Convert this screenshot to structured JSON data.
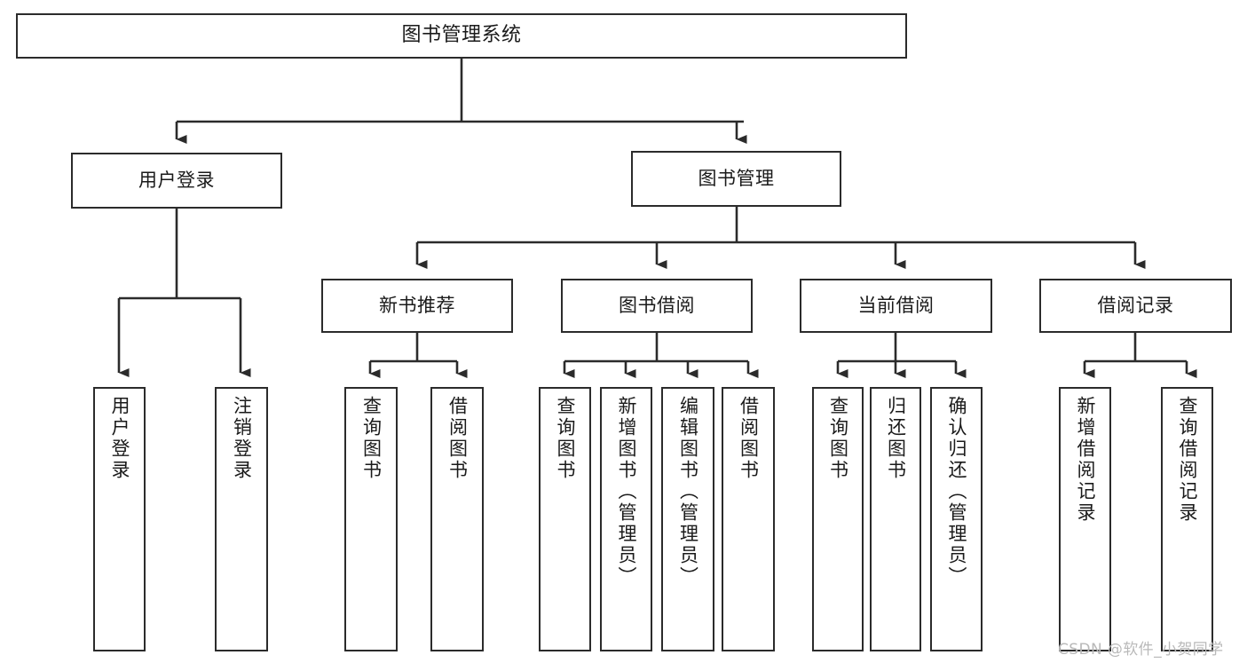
{
  "diagram": {
    "title": "图书管理系统",
    "type": "tree-structure-chart",
    "stroke_color": "#2b2b2b",
    "fill_color": "#ffffff",
    "text_color": "#1a1a1a"
  },
  "root": {
    "label": "图书管理系统"
  },
  "level2": [
    {
      "label": "用户登录"
    },
    {
      "label": "图书管理"
    }
  ],
  "level3": [
    {
      "label": "新书推荐"
    },
    {
      "label": "图书借阅"
    },
    {
      "label": "当前借阅"
    },
    {
      "label": "借阅记录"
    }
  ],
  "leaves": {
    "user_login": [
      {
        "label": "用户登录"
      },
      {
        "label": "注销登录"
      }
    ],
    "new_book": [
      {
        "label": "查询图书"
      },
      {
        "label": "借阅图书"
      }
    ],
    "book_borrow": [
      {
        "label": "查询图书"
      },
      {
        "label": "新增图书（管理员）"
      },
      {
        "label": "编辑图书（管理员）"
      },
      {
        "label": "借阅图书"
      }
    ],
    "current_borrow": [
      {
        "label": "查询图书"
      },
      {
        "label": "归还图书"
      },
      {
        "label": "确认归还（管理员）"
      }
    ],
    "borrow_record": [
      {
        "label": "新增借阅记录"
      },
      {
        "label": "查询借阅记录"
      }
    ]
  },
  "watermark": {
    "text": "CSDN @软件_小贺同学"
  }
}
